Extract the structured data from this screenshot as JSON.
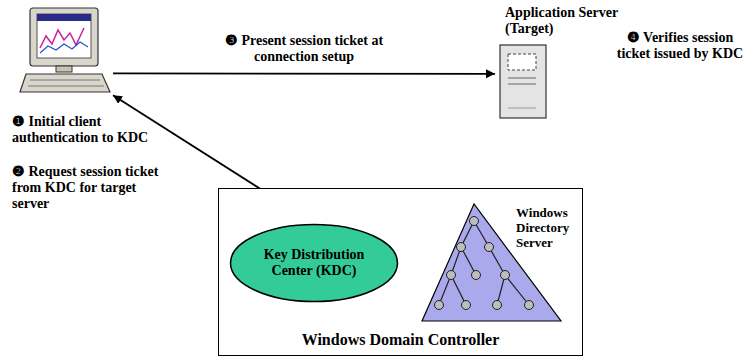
{
  "diagram": {
    "nodes": [
      {
        "text": []
      },
      {
        "text": [
          "Application Server (Target)"
        ]
      },
      {
        "text": [
          "Windows Domain Controller"
        ]
      },
      {
        "text": [
          "Key Distribution Center (KDC)"
        ],
        "in": 2
      },
      {
        "text": [
          "Windows Directory Server"
        ],
        "in": 2
      }
    ],
    "edges": [
      {
        "from": 0,
        "to": 1,
        "arrow": "to",
        "label": "❸ Present session ticket at connection setup"
      },
      {
        "from": 0,
        "to": 3,
        "arrow": "both"
      },
      {
        "from": 3,
        "to": 4,
        "arrow": "both"
      }
    ],
    "labels": [
      "❹ Verifies session ticket issued by KDC",
      "❶ Initial client authentication to KDC",
      "❷ Request session ticket from KDC for target server"
    ]
  }
}
